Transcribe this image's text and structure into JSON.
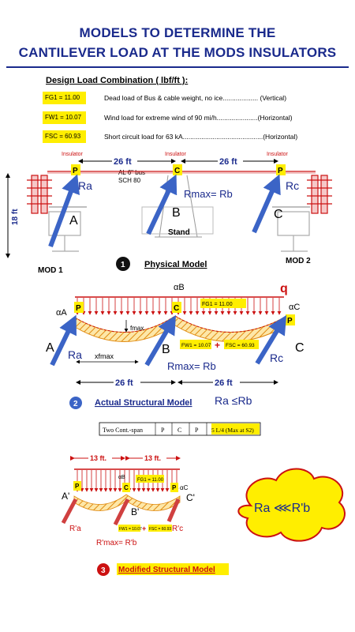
{
  "title_line1": "MODELS TO DETERMINE THE",
  "title_line2": "CANTILEVER LOAD AT THE MODS INSULATORS",
  "design": {
    "header": "Design Load Combination ( lbf/ft ):",
    "rows": [
      {
        "sym": "FG1 = 11.00",
        "desc": "Dead load of Bus & cable weight, no ice................... (Vertical)"
      },
      {
        "sym": "FW1 = 10.07",
        "desc": "Wind load for extreme wind of 90 mi/h......................(Horizontal)"
      },
      {
        "sym": "FSC = 60.93",
        "desc": "Short circuit load for 63 kA...........................................(Horizontal)"
      }
    ]
  },
  "physical": {
    "insulator": "Insulator",
    "span1": "26 ft",
    "span2": "26 ft",
    "bus": "AL 6\" bus",
    "sch": "SCH 80",
    "height": "18 ft",
    "P": "P",
    "C": "C",
    "Ra": "Ra",
    "Rmax": "Rmax= Rb",
    "Rc": "Rc",
    "A": "A",
    "B": "B",
    "Cnode": "C",
    "stand": "Stand",
    "mod1": "MOD 1",
    "mod2": "MOD 2",
    "num": "1",
    "label": "Physical Model"
  },
  "actual": {
    "alphaB": "αB",
    "alphaA": "αA",
    "alphaC": "αC",
    "q": "q",
    "fg1": "FG1 = 11.00",
    "fmax": "fmax",
    "xfmax": "xfmax",
    "fw1": "FW1 = 10.07",
    "plus": "+",
    "fsc": "FSC = 60.93",
    "A": "A",
    "B": "B",
    "C": "C",
    "Ra": "Ra",
    "RmaxRb": "Rmax= Rb",
    "Rc": "Rc",
    "span1": "26 ft",
    "span2": "26 ft",
    "num": "2",
    "label": "Actual Structural Model",
    "ineq": "Ra ≤Rb",
    "table": [
      "Two Cont.-span",
      "P",
      "C",
      "P",
      "5 L/4 (Max at S2)"
    ]
  },
  "modified": {
    "span1": "13 ft.",
    "span2": "13 ft.",
    "fg1": "FG1 = 11.00",
    "alphaB": "αB",
    "alphaC": "αC",
    "A": "A'",
    "B": "B'",
    "C": "C'",
    "Ra": "R'a",
    "Rc": "R'c",
    "Rmax": "R'max= R'b",
    "fw1": "FW1 = 10.07",
    "plus": "+",
    "fsc": "FSC = 60.93",
    "num": "3",
    "label": "Modified Structural Model",
    "cloud": "Ra ⋘R'b"
  },
  "colors": {
    "title": "#1a2a8c",
    "arrow": "#3b64c6",
    "load": "#cc1111",
    "yellow": "#ffee00",
    "hatch": "#f0a020"
  }
}
